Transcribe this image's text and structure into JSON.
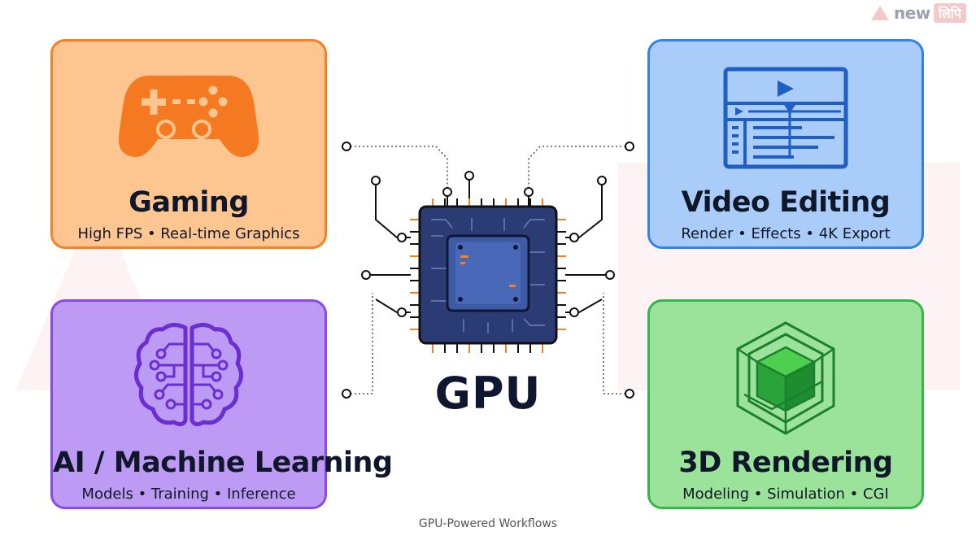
{
  "brand": {
    "word": "new",
    "script": "लिपि"
  },
  "center": {
    "label": "GPU"
  },
  "cards": [
    {
      "title": "Gaming",
      "subtitle": "High FPS • Real-time Graphics",
      "icon": "gamepad-icon",
      "fill": "#fdc58f",
      "border": "#f58025",
      "icon_color": "#f47920"
    },
    {
      "title": "Video Editing",
      "subtitle": "Render • Effects • 4K Export",
      "icon": "video-editor-icon",
      "fill": "#a9cdf8",
      "border": "#2f83ea",
      "icon_color": "#1f5fc4"
    },
    {
      "title": "AI / Machine Learning",
      "subtitle": "Models • Training • Inference",
      "icon": "brain-circuit-icon",
      "fill": "#bd9af3",
      "border": "#8b4ae6",
      "icon_color": "#6a2fd0"
    },
    {
      "title": "3D Rendering",
      "subtitle": "Modeling • Simulation • CGI",
      "icon": "3d-cube-icon",
      "fill": "#9be39a",
      "border": "#35b54a",
      "icon_color": "#1c7f2e"
    }
  ],
  "caption": "GPU-Powered Workflows",
  "chip_color": "#2a3c73",
  "pin_color": "#f58025"
}
